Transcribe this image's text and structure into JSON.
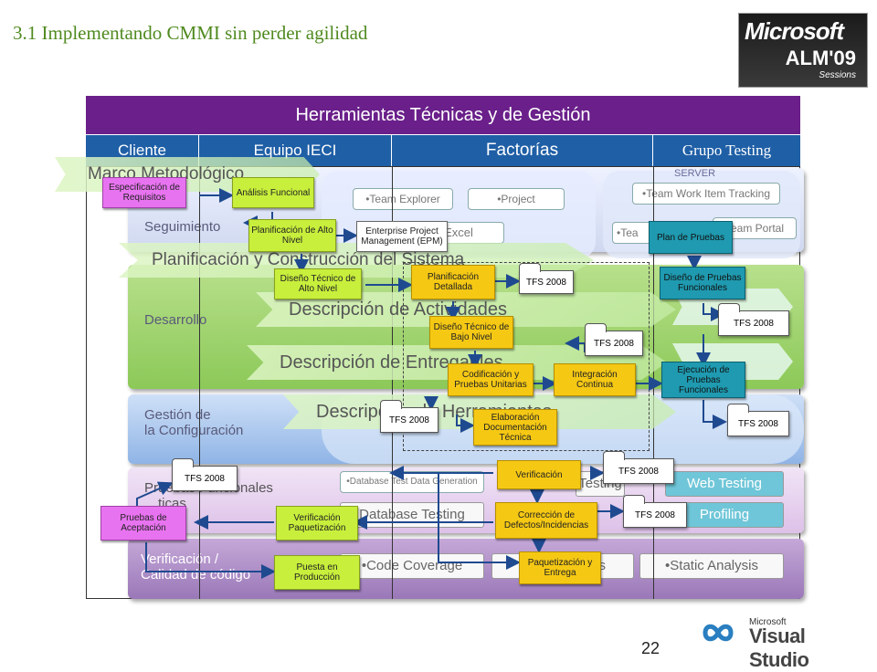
{
  "slide": {
    "title": "3.1  Implementando CMMI sin perder agilidad",
    "page_number": "22"
  },
  "logo": {
    "brand": "Microsoft",
    "event": "ALM'09",
    "subtitle": "Sessions"
  },
  "vs_logo": {
    "maker": "Microsoft",
    "product": "Visual Studio"
  },
  "frame": {
    "header": "Herramientas Técnicas y de Gestión",
    "columns": [
      "Cliente",
      "Equipo IECI",
      "Factorías",
      "Grupo Testing"
    ]
  },
  "bands": {
    "seguimiento": "Seguimiento",
    "desarrollo": "Desarrollo",
    "config": "Gestión de\nla Configuración",
    "pruebas": "Pruebas Funcionales\n…ticas",
    "verificacion": "Verificación /\nCalidad de código"
  },
  "background_tools": {
    "team_explorer": "Team Explorer",
    "project": "Project",
    "excel": "Excel",
    "server": "SERVER",
    "team_work_item": "Team Work Item Tracking",
    "team_portal": "Team Portal",
    "tea": "Tea",
    "db_test_data": "Database Test Data Generation",
    "testing_partial": "Testing",
    "db_testing": "Database Testing",
    "web_testing": "Web Testing",
    "profiling": "Profiling",
    "code_coverage": "Code Coverage",
    "s_partial": "s",
    "static_analysis": "Static Analysis"
  },
  "banners": {
    "metodologico": "Marco Metodológico",
    "planificacion": "Planificación y Construcción del Sistema",
    "actividades": "Descripción de Actividades",
    "entregables": "Descripción de Entregables",
    "herramientas": "Descripción de Herramientas"
  },
  "process": {
    "especificacion": "Especificación de Requisitos",
    "analisis": "Análisis Funcional",
    "planificacion_alto": "Planificación de Alto Nivel",
    "epm": "Enterprise Project Management (EPM)",
    "diseno_alto": "Diseño Técnico de Alto Nivel",
    "planificacion_detallada": "Planificación Detallada",
    "diseno_bajo": "Diseño Técnico de Bajo Nivel",
    "codificacion": "Codificación y Pruebas Unitarias",
    "integracion": "Integración Continua",
    "elaboracion": "Elaboración Documentación Técnica",
    "plan_pruebas": "Plan de Pruebas",
    "diseno_pruebas": "Diseño de Pruebas Funcionales",
    "ejecucion_pruebas": "Ejecución de Pruebas Funcionales",
    "verificacion": "Verificación",
    "correccion": "Corrección de Defectos/Incidencias",
    "paquetizacion": "Paquetización y Entrega",
    "pruebas_aceptacion": "Pruebas de Aceptación",
    "verificacion_paquetizacion": "Verificación Paquetización",
    "puesta_produccion": "Puesta en Producción",
    "tfs": "TFS 2008"
  }
}
